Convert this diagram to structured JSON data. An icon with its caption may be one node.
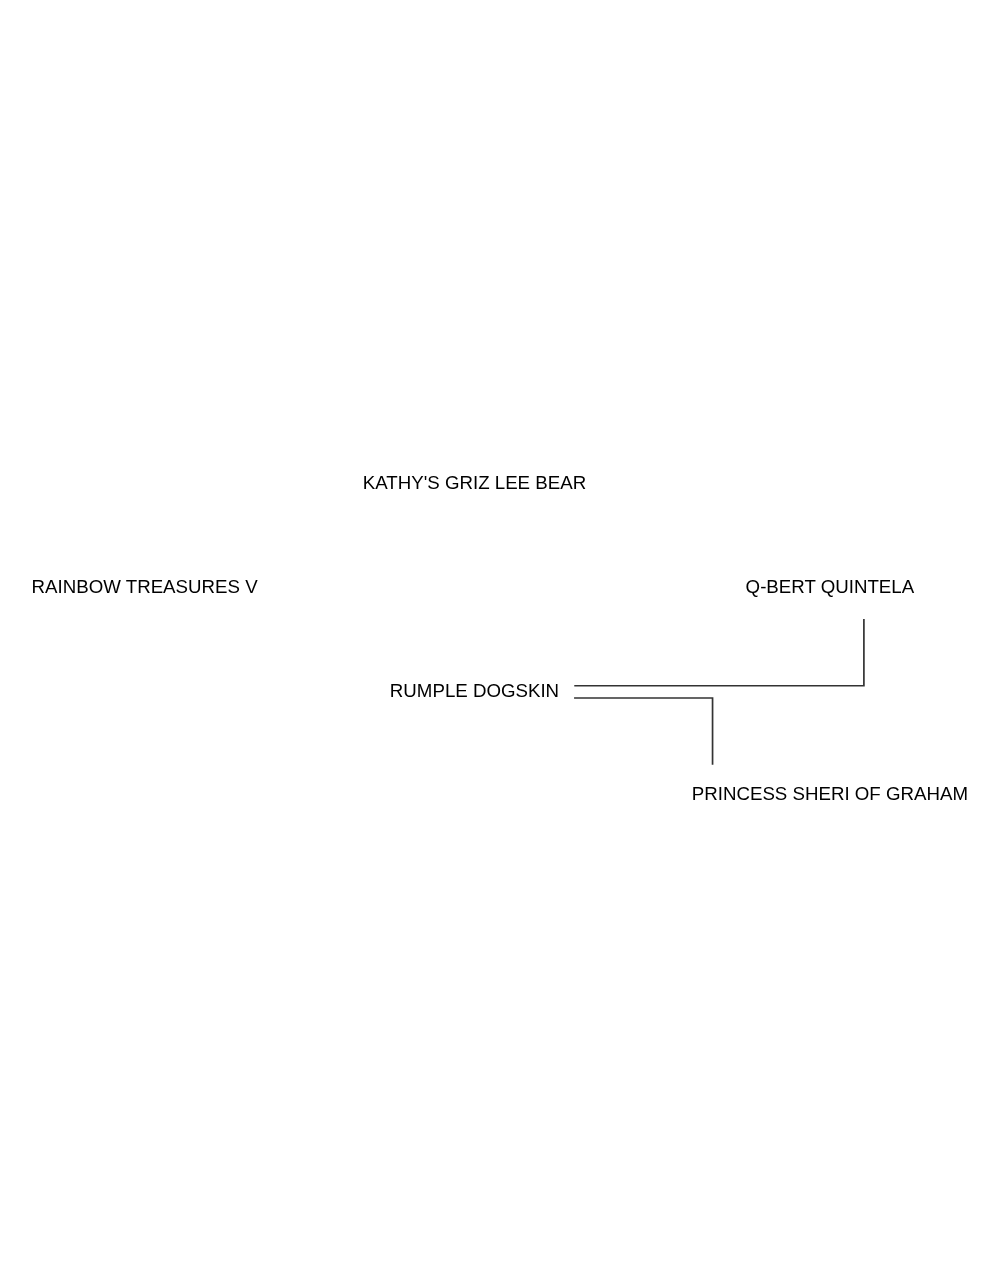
{
  "diagram": {
    "nodes": [
      {
        "text": [
          "RAINBOW TREASURES V"
        ]
      },
      {
        "text": [
          "KATHY'S GRIZ LEE BEAR"
        ]
      },
      {
        "text": [
          "RUMPLE DOGSKIN"
        ]
      },
      {
        "text": [
          "Q-BERT QUINTELA"
        ]
      },
      {
        "text": [
          "PRINCESS SHERI OF GRAHAM"
        ]
      }
    ],
    "edges": [
      {
        "from": 2,
        "to": 3,
        "arrow": "none"
      },
      {
        "from": 2,
        "to": 4,
        "arrow": "none"
      }
    ]
  }
}
